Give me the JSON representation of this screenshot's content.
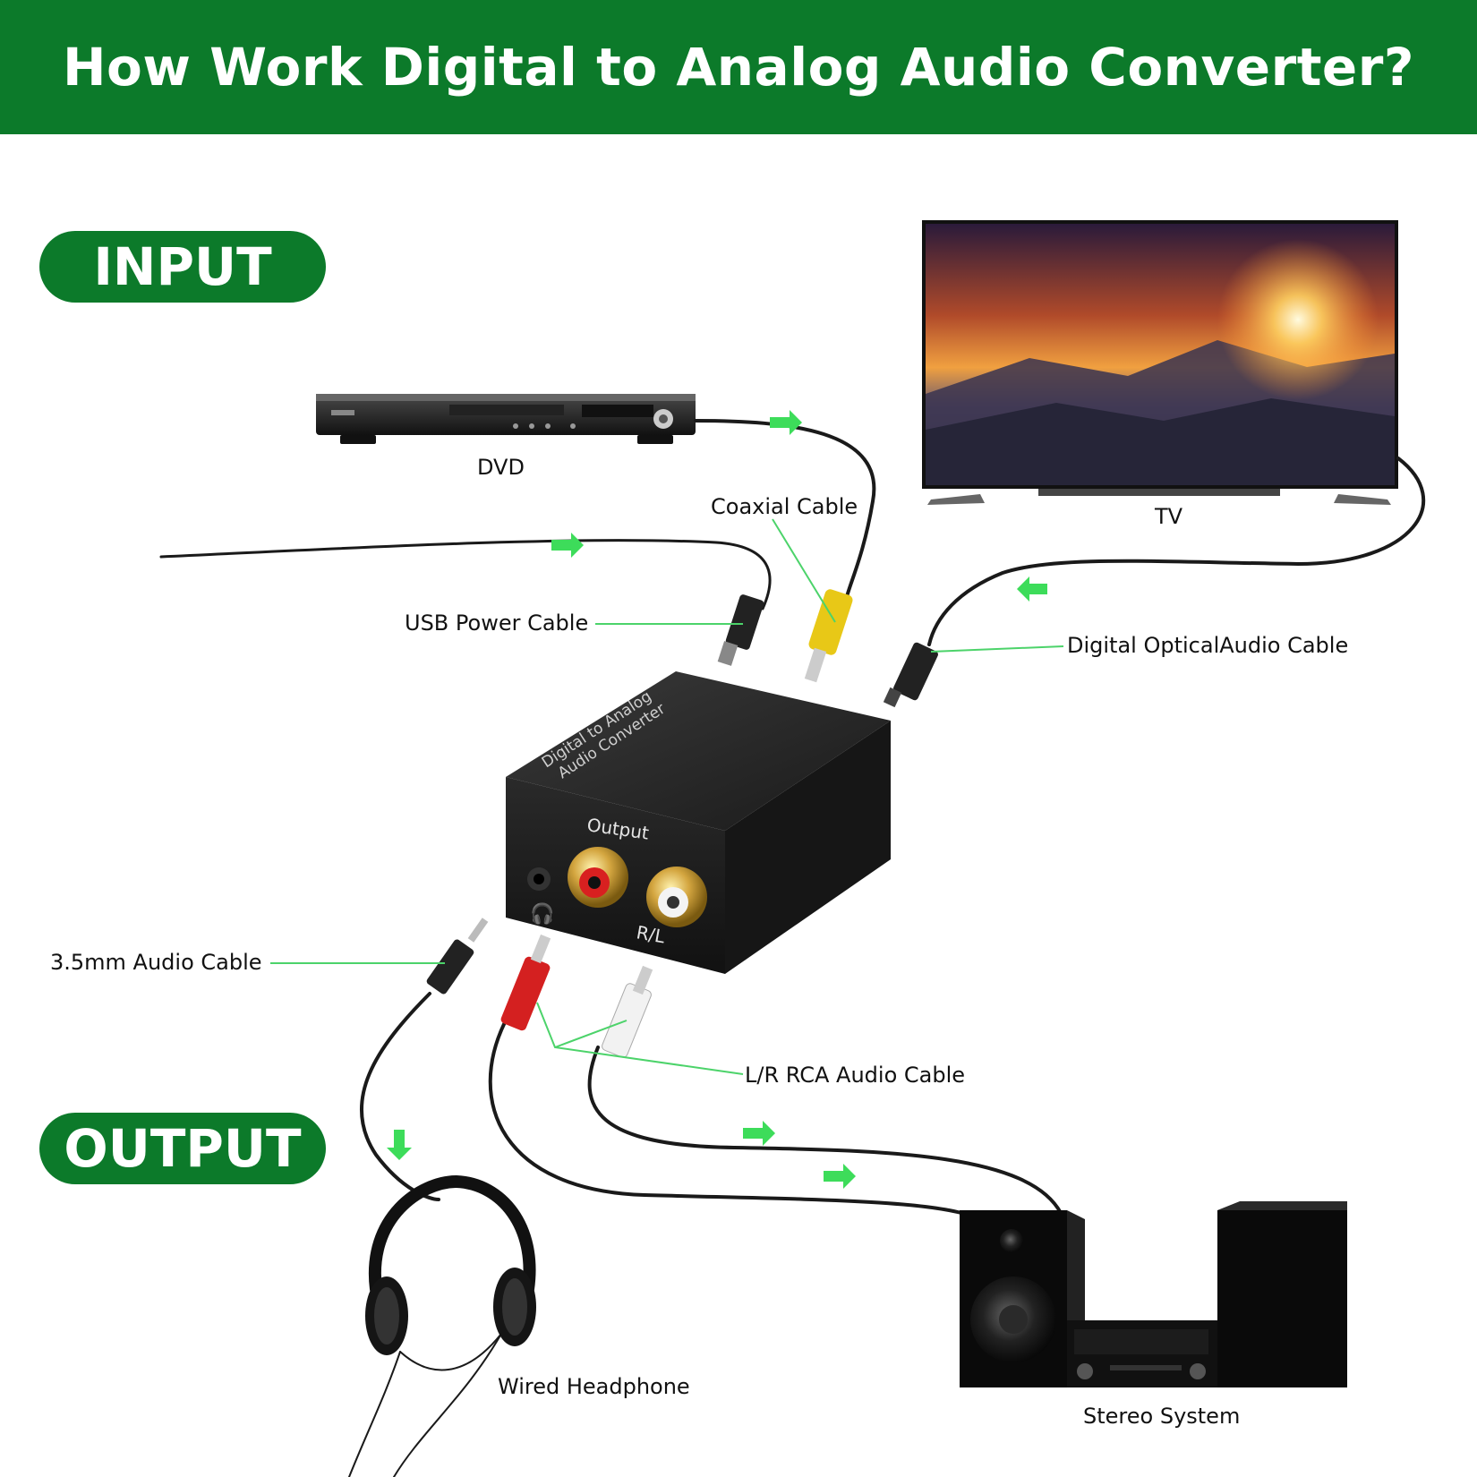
{
  "header": {
    "title": "How Work Digital to Analog Audio Converter?"
  },
  "sections": {
    "input": "INPUT",
    "output": "OUTPUT"
  },
  "devices": {
    "dvd": "DVD",
    "tv": "TV",
    "headphone": "Wired Headphone",
    "stereo": "Stereo System"
  },
  "cables": {
    "coaxial": "Coaxial Cable",
    "usb_power": "USB Power Cable",
    "optical": "Digital OpticalAudio Cable",
    "audio_35": "3.5mm Audio Cable",
    "rca": "L/R RCA Audio Cable"
  },
  "converter": {
    "top_text_line1": "Digital to Analog",
    "top_text_line2": "Audio Converter",
    "output_label": "Output",
    "rl_label": "R/L"
  },
  "colors": {
    "brand_green": "#0c7a2a",
    "arrow_green": "#3ddc5a",
    "leader_green": "#4cd36a"
  }
}
